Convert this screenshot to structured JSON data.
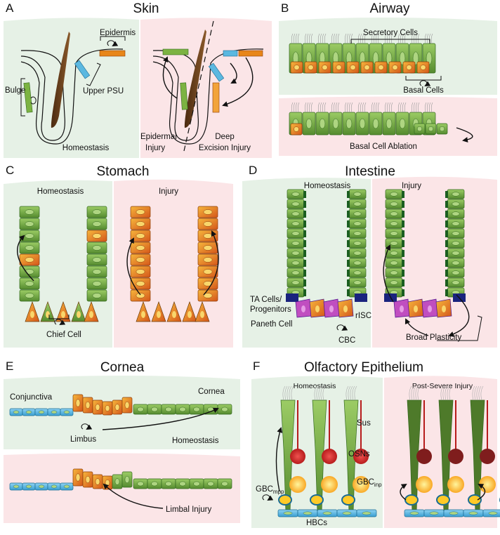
{
  "panels": {
    "A": {
      "letter": "A",
      "title": "Skin",
      "labels": {
        "epidermis": "Epidermis",
        "bulge": "Bulge",
        "upper_psu": "Upper PSU",
        "homeostasis": "Homeostasis",
        "epidermal_injury": "Epidermal\nInjury",
        "deep_excision": "Deep\nExcision Injury"
      }
    },
    "B": {
      "letter": "B",
      "title": "Airway",
      "labels": {
        "secretory": "Secretory Cells",
        "basal": "Basal Cells",
        "ablation": "Basal Cell Ablation"
      }
    },
    "C": {
      "letter": "C",
      "title": "Stomach",
      "labels": {
        "homeostasis": "Homeostasis",
        "injury": "Injury",
        "chief": "Chief Cell"
      }
    },
    "D": {
      "letter": "D",
      "title": "Intestine",
      "labels": {
        "homeostasis": "Homeostasis",
        "injury": "Injury",
        "ta_cells": "TA Cells/\nProgenitors",
        "paneth": "Paneth Cell",
        "risc": "rISC",
        "cbc": "CBC",
        "broad_plasticity": "Broad Plasticity"
      }
    },
    "E": {
      "letter": "E",
      "title": "Cornea",
      "labels": {
        "conjunctiva": "Conjunctiva",
        "cornea": "Cornea",
        "limbus": "Limbus",
        "homeostasis": "Homeostasis",
        "limbal_injury": "Limbal Injury"
      }
    },
    "F": {
      "letter": "F",
      "title": "Olfactory Epithelium",
      "labels": {
        "homeostasis": "Homeostasis",
        "post_severe": "Post-Severe Injury",
        "sus": "Sus",
        "osns": "OSNs",
        "gbc_inp": "GBC",
        "gbc_inp_sub": "inp",
        "gbc_mpp": "GBC",
        "gbc_mpp_sub": "mpp",
        "hbcs": "HBCs"
      }
    }
  },
  "colors": {
    "homeostasis_bg": "#e6f1e6",
    "injury_bg": "#fbe5e7",
    "differentiated_cell": "#7cb342",
    "stem_cell": "#e8861a",
    "paneth_cell": "#c04ec0",
    "risc_cell": "#1a237e",
    "basal_cornea": "#5bb8e0",
    "neuron": "#c62828",
    "hair_shaft": "#6b3f1a"
  }
}
